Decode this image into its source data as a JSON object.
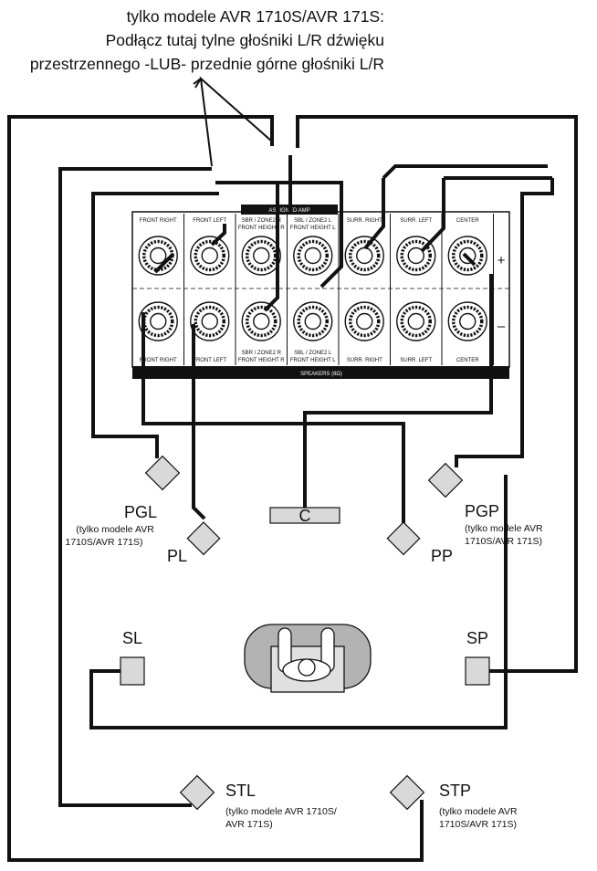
{
  "caption": {
    "line1": "tylko modele AVR 1710S/AVR 171S:",
    "line2": "Podłącz tutaj tylne głośniki L/R dźwięku",
    "line3": "przestrzennego -LUB- przednie górne głośniki L/R"
  },
  "panel": {
    "assigned_amp": "ASSIGNED AMP",
    "plus": "+",
    "minus": "–",
    "speakers_label": "SPEAKERS (8Ω)",
    "top_labels": [
      "FRONT RIGHT",
      "FRONT LEFT",
      "SBR / ZONE2 R",
      "SBL / ZONE2 L",
      "SURR. RIGHT",
      "SURR. LEFT",
      "CENTER"
    ],
    "top_labels_sub": [
      "",
      "",
      "FRONT HEIGHT R",
      "FRONT HEIGHT L",
      "",
      "",
      ""
    ],
    "bottom_labels": [
      "FRONT RIGHT",
      "FRONT LEFT",
      "SBR / ZONE2 R",
      "SBL / ZONE2 L",
      "SURR. RIGHT",
      "SURR. LEFT",
      "CENTER"
    ],
    "bottom_labels_sub": [
      "",
      "",
      "FRONT HEIGHT R",
      "FRONT HEIGHT L",
      "",
      "",
      ""
    ]
  },
  "speakers": {
    "pgl": {
      "label": "PGL",
      "note1": "(tylko modele AVR",
      "note2": "1710S/AVR 171S)"
    },
    "pgp": {
      "label": "PGP",
      "note1": "(tylko modele AVR",
      "note2": "1710S/AVR 171S)"
    },
    "c": {
      "label": "C"
    },
    "pl": {
      "label": "PL"
    },
    "pp": {
      "label": "PP"
    },
    "sl": {
      "label": "SL"
    },
    "sp": {
      "label": "SP"
    },
    "stl": {
      "label": "STL",
      "note1": "(tylko modele AVR 1710S/",
      "note2": "AVR 171S)"
    },
    "stp": {
      "label": "STP",
      "note1": "(tylko modele AVR",
      "note2": "1710S/AVR 171S)"
    }
  }
}
